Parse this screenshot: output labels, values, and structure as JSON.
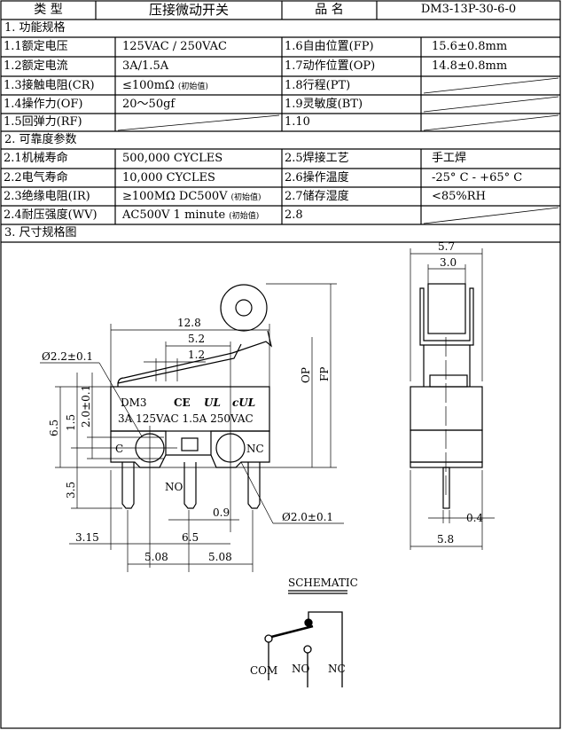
{
  "header": {
    "type_label": "类 型",
    "type_value": "压接微动开关",
    "name_label": "品 名",
    "name_value": "DM3-13P-30-6-0"
  },
  "sec1": {
    "title": "1. 功能规格",
    "rows": [
      {
        "l1": "1.1额定电压",
        "v1": "125VAC / 250VAC",
        "l2": "1.6自由位置(FP)",
        "v2": "15.6±0.8mm"
      },
      {
        "l1": "1.2额定电流",
        "v1": "3A/1.5A",
        "l2": "1.7动作位置(OP)",
        "v2": "14.8±0.8mm"
      },
      {
        "l1": "1.3接触电阻(CR)",
        "v1": "≤100mΩ",
        "v1note": "(初始值)",
        "l2": "1.8行程(PT)",
        "v2": ""
      },
      {
        "l1": "1.4操作力(OF)",
        "v1": "20～50gf",
        "l2": "1.9灵敏度(BT)",
        "v2": ""
      },
      {
        "l1": "1.5回弹力(RF)",
        "v1": "",
        "l2": "1.10",
        "v2": ""
      }
    ]
  },
  "sec2": {
    "title": "2. 可靠度参数",
    "rows": [
      {
        "l1": "2.1机械寿命",
        "v1": "500,000 CYCLES",
        "l2": "2.5焊接工艺",
        "v2": "手工焊"
      },
      {
        "l1": "2.2电气寿命",
        "v1": "10,000  CYCLES",
        "l2": "2.6操作温度",
        "v2": "-25° C - +65° C"
      },
      {
        "l1": "2.3绝缘电阻(IR)",
        "v1": "≥100MΩ DC500V",
        "v1note": "(初始值)",
        "l2": "2.7储存湿度",
        "v2": "<85%RH"
      },
      {
        "l1": "2.4耐压强度(WV)",
        "v1": "AC500V 1 minute",
        "v1note": "(初始值)",
        "l2": "2.8",
        "v2": ""
      }
    ]
  },
  "sec3": {
    "title": "3. 尺寸规格图"
  },
  "drawing": {
    "d128": "12.8",
    "d52": "5.2",
    "d12": "1.2",
    "d22": "Ø2.2±0.1",
    "d65": "6.5",
    "d15": "1.5",
    "d20": "2.0±0.1",
    "d35": "3.5",
    "d315": "3.15",
    "d65b": "6.5",
    "d508a": "5.08",
    "d508b": "5.08",
    "d09": "0.9",
    "d20b": "Ø2.0±0.1",
    "op": "OP",
    "fp": "FP",
    "no": "NO",
    "c": "C",
    "nc": "NC",
    "brand": "DM3",
    "ce": "CE",
    "ul": "UL",
    "cul": "cUL",
    "rating": "3A 125VAC 1.5A 250VAC",
    "d57": "5.7",
    "d30": "3.0",
    "d04": "0.4",
    "d58": "5.8"
  },
  "schematic": {
    "title": "SCHEMATIC",
    "com": "COM",
    "no": "NO",
    "nc": "NC"
  }
}
